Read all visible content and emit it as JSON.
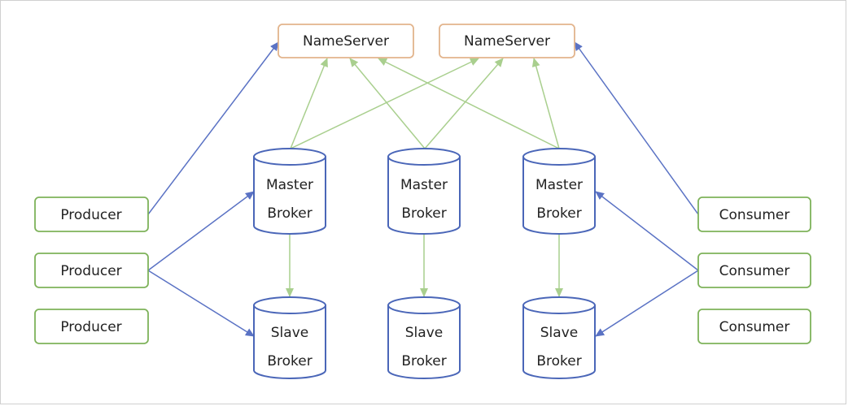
{
  "nameservers": [
    {
      "label": "NameServer"
    },
    {
      "label": "NameServer"
    }
  ],
  "producers": [
    {
      "label": "Producer"
    },
    {
      "label": "Producer"
    },
    {
      "label": "Producer"
    }
  ],
  "consumers": [
    {
      "label": "Consumer"
    },
    {
      "label": "Consumer"
    },
    {
      "label": "Consumer"
    }
  ],
  "masters": [
    {
      "line1": "Master",
      "line2": "Broker"
    },
    {
      "line1": "Master",
      "line2": "Broker"
    },
    {
      "line1": "Master",
      "line2": "Broker"
    }
  ],
  "slaves": [
    {
      "line1": "Slave",
      "line2": "Broker"
    },
    {
      "line1": "Slave",
      "line2": "Broker"
    },
    {
      "line1": "Slave",
      "line2": "Broker"
    }
  ],
  "colors": {
    "nameserver_border": "#e2b48c",
    "client_border": "#7eb25a",
    "broker_stroke": "#4a66b8",
    "blue_edge": "#5a72c4",
    "green_edge": "#a9cf8e"
  }
}
